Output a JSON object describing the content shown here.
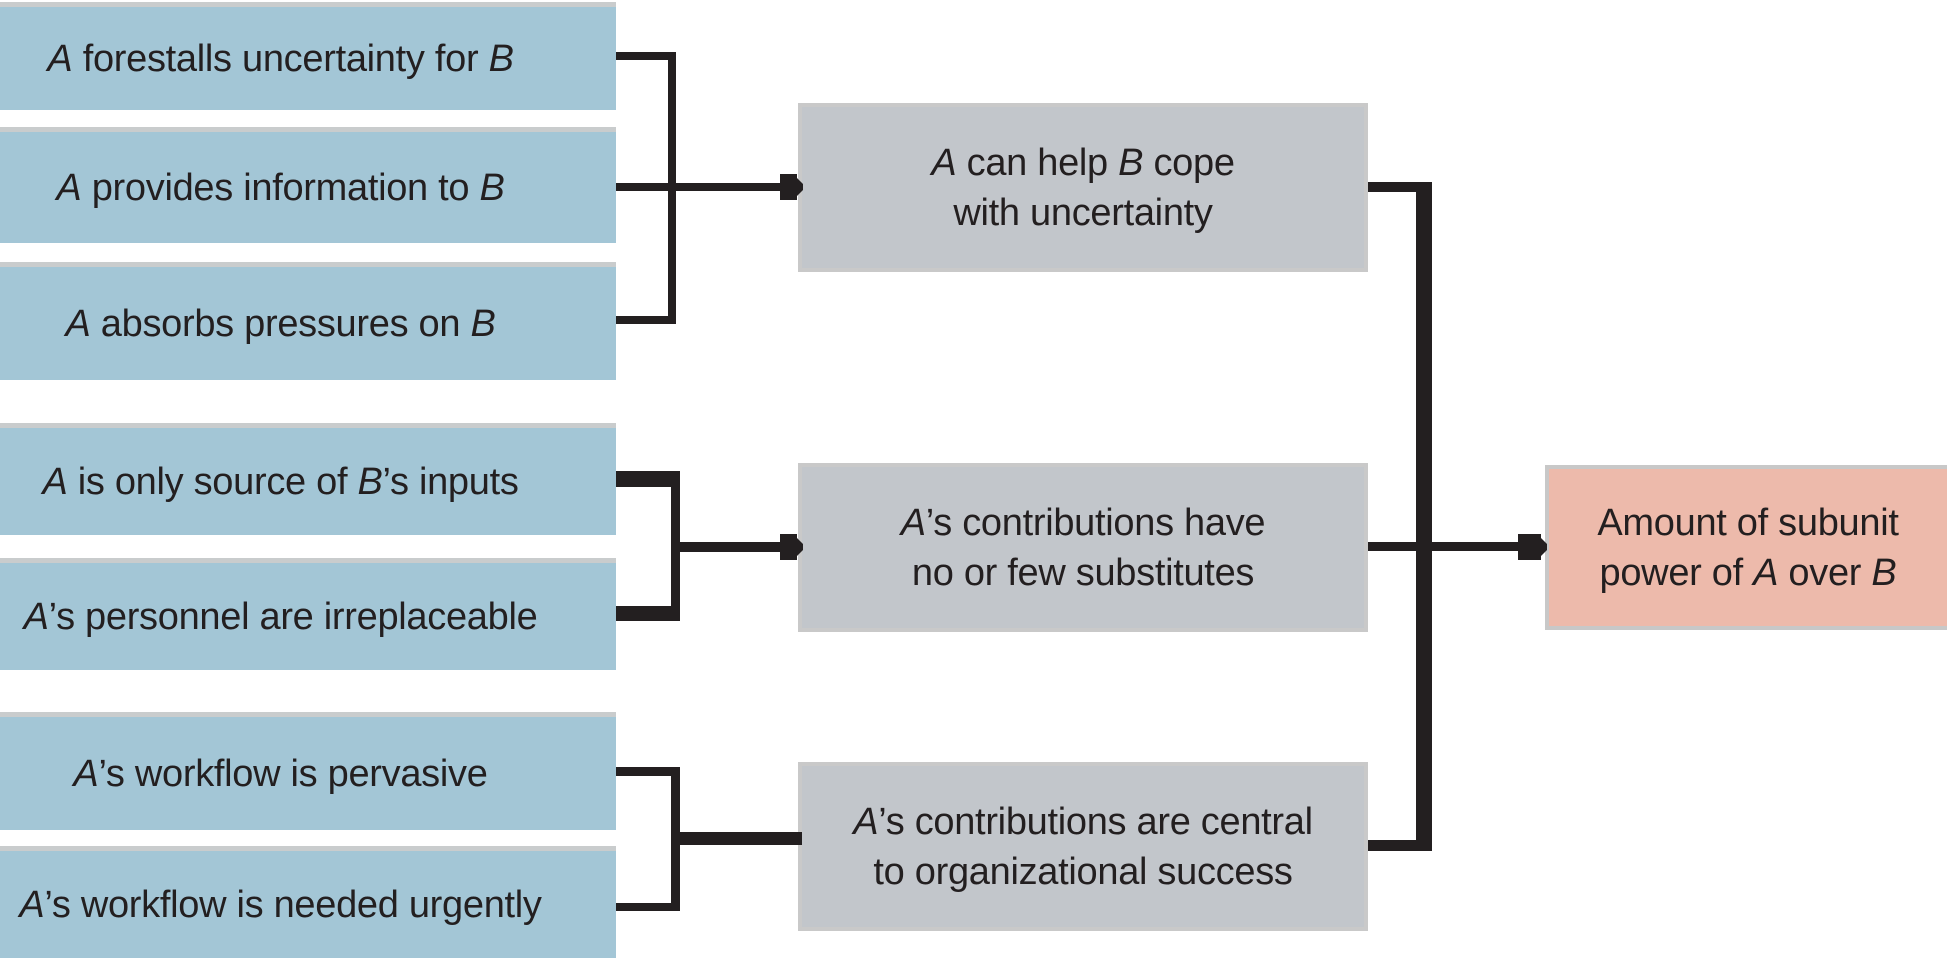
{
  "colors": {
    "left_box_fill": "#a3c6d6",
    "mid_box_fill": "#c2c6cb",
    "result_box_fill": "#edbaab",
    "box_border": "#c9c9c9",
    "connector_line": "#231f20",
    "text": "#231f20",
    "background": "#ffffff"
  },
  "left_boxes": [
    {
      "label": "*A* forestalls uncertainty for *B*"
    },
    {
      "label": "*A* provides information to *B*"
    },
    {
      "label": "*A* absorbs pressures on *B*"
    },
    {
      "label": "*A* is only source of *B*’s inputs"
    },
    {
      "label": "*A*’s personnel are irreplaceable"
    },
    {
      "label": "*A*’s workflow is pervasive"
    },
    {
      "label": "*A*’s workflow is needed urgently"
    }
  ],
  "mid_boxes": [
    {
      "lines": [
        "*A* can help *B* cope",
        "with uncertainty"
      ]
    },
    {
      "lines": [
        "*A*’s contributions have",
        "no or few substitutes"
      ]
    },
    {
      "lines": [
        "*A*’s contributions are central",
        "to organizational success"
      ]
    }
  ],
  "result_box": {
    "lines": [
      "Amount of subunit",
      "power of *A* over *B*"
    ]
  },
  "connections": [
    {
      "from": [
        "left_boxes.0",
        "left_boxes.1",
        "left_boxes.2"
      ],
      "to": "mid_boxes.0"
    },
    {
      "from": [
        "left_boxes.3",
        "left_boxes.4"
      ],
      "to": "mid_boxes.1"
    },
    {
      "from": [
        "left_boxes.5",
        "left_boxes.6"
      ],
      "to": "mid_boxes.2"
    },
    {
      "from": [
        "mid_boxes.0",
        "mid_boxes.1",
        "mid_boxes.2"
      ],
      "to": "result_box"
    }
  ]
}
